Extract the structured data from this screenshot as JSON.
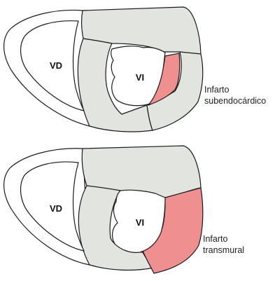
{
  "colors": {
    "myocardium": "#e2e5df",
    "infarct": "#f08f8f",
    "stroke": "#1a1a1a",
    "cavity": "#ffffff"
  },
  "top_panel": {
    "right_ventricle_label": "VD",
    "left_ventricle_label": "VI",
    "caption_line1": "Infarto",
    "caption_line2": "subendocárdico"
  },
  "bottom_panel": {
    "right_ventricle_label": "VD",
    "left_ventricle_label": "VI",
    "caption_line1": "Infarto",
    "caption_line2": "transmural"
  }
}
